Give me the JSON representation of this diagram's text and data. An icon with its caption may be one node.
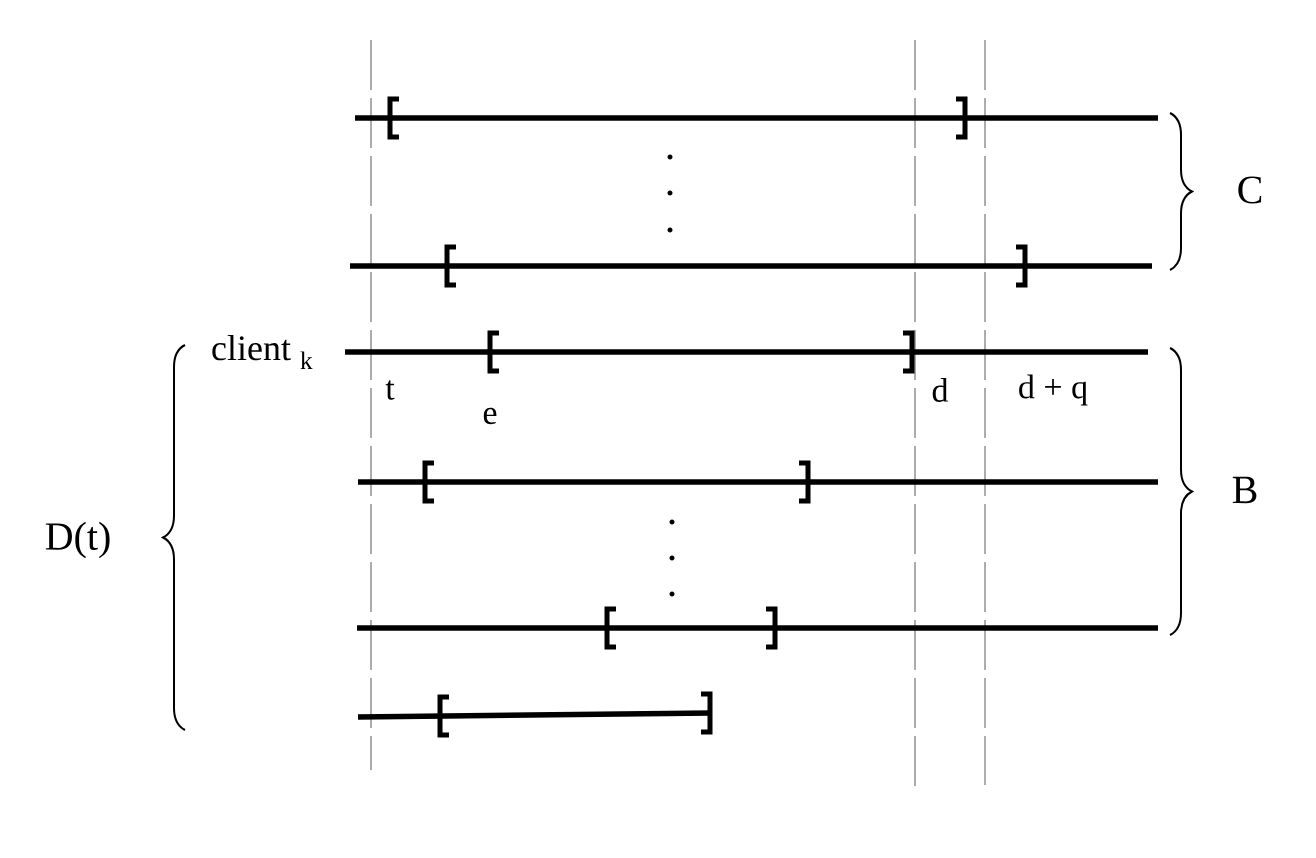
{
  "diagram": {
    "labels": [
      "C",
      "client $_{k}$",
      "t",
      "d",
      "d + q",
      "e",
      "B",
      "D(t)"
    ]
  }
}
